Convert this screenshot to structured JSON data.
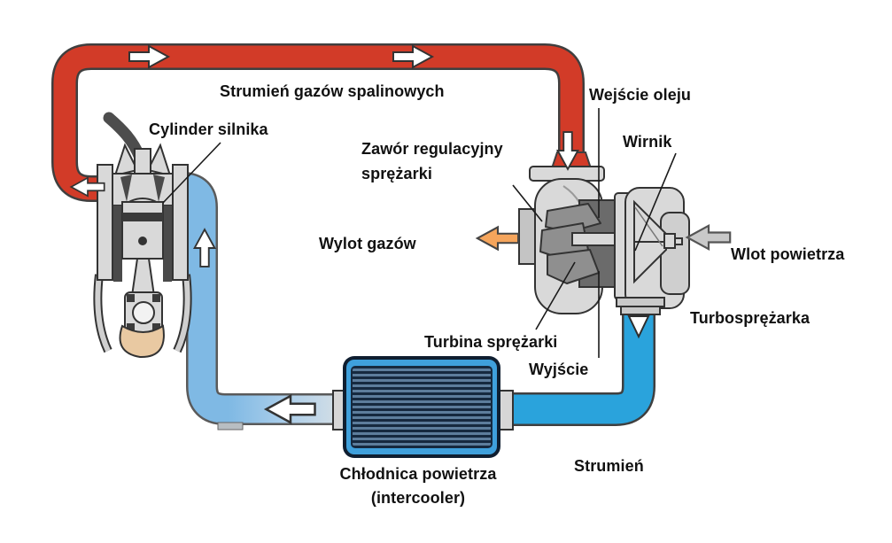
{
  "diagram": {
    "title": "Turbocharger system diagram (Polish)",
    "labels": {
      "exhaust_stream": "Strumień gazów spalinowych",
      "engine_cylinder": "Cylinder silnika",
      "regulator_valve_line1": "Zawór regulacyjny",
      "regulator_valve_line2": "sprężarki",
      "gas_outlet": "Wylot gazów",
      "oil_inlet": "Wejście oleju",
      "rotor": "Wirnik",
      "air_inlet": "Wlot powietrza",
      "turbocharger": "Turbosprężarka",
      "compressor_turbine": "Turbina sprężarki",
      "outlet": "Wyjście",
      "intercooler_line1": "Chłodnica powietrza",
      "intercooler_line2": "(intercooler)",
      "stream": "Strumień"
    },
    "colors": {
      "exhaust_pipe": "#d23b28",
      "intake_pipe_hot": "#2aa3dc",
      "intake_pipe_cooled": "#7fb9e4",
      "gas_outlet_arrow": "#f5a55c",
      "air_inlet_arrow": "#c9c9c9",
      "intercooler_frame": "#3fa0dc",
      "intercooler_fin_dark": "#16293f",
      "metal_light": "#d9d9d9",
      "metal_dark": "#6b6b6b",
      "label_text": "#111111"
    }
  }
}
